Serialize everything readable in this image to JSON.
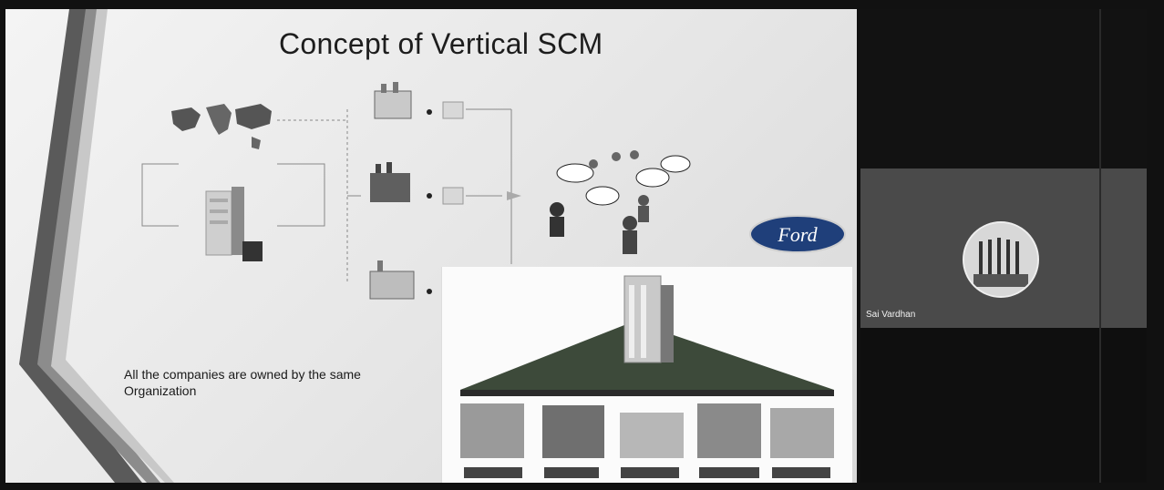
{
  "slide": {
    "title": "Concept of Vertical SCM",
    "caption": "All the companies are owned by the same Organization",
    "logo_text": "Ford"
  },
  "participant": {
    "name": "Sai Vardhan",
    "avatar_icon": "group-photo-icon"
  },
  "colors": {
    "slide_bg": "#eeeeee",
    "side_bg": "#1a1a1a",
    "tile_mid": "#4a4a4a",
    "ford_blue": "#1f3f7a"
  }
}
